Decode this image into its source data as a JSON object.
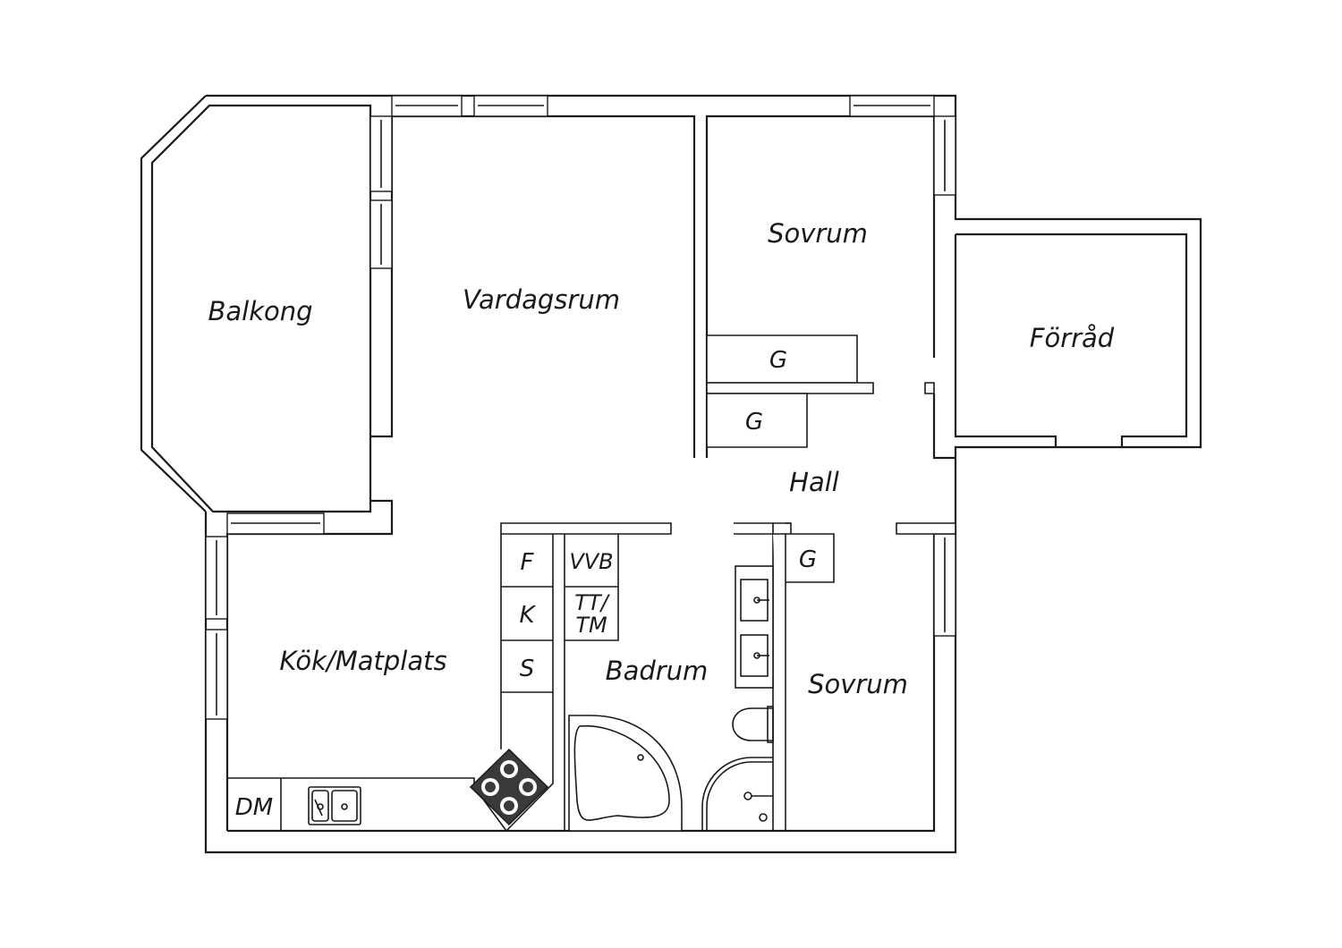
{
  "rooms": {
    "balkong": "Balkong",
    "vardagsrum": "Vardagsrum",
    "sovrum_1": "Sovrum",
    "forrad": "Förråd",
    "hall": "Hall",
    "kok_matplats": "Kök/Matplats",
    "badrum": "Badrum",
    "sovrum_2": "Sovrum"
  },
  "fixtures": {
    "wardrobe_1": "G",
    "wardrobe_2": "G",
    "wardrobe_3": "G",
    "freezer": "F",
    "fridge": "K",
    "storage": "S",
    "water_heater": "VVB",
    "washer_dryer_1": "TT/",
    "washer_dryer_2": "TM",
    "dishwasher": "DM"
  },
  "colors": {
    "line": "#1a1a1a",
    "background": "#ffffff",
    "stove": "#3a3a3a"
  }
}
